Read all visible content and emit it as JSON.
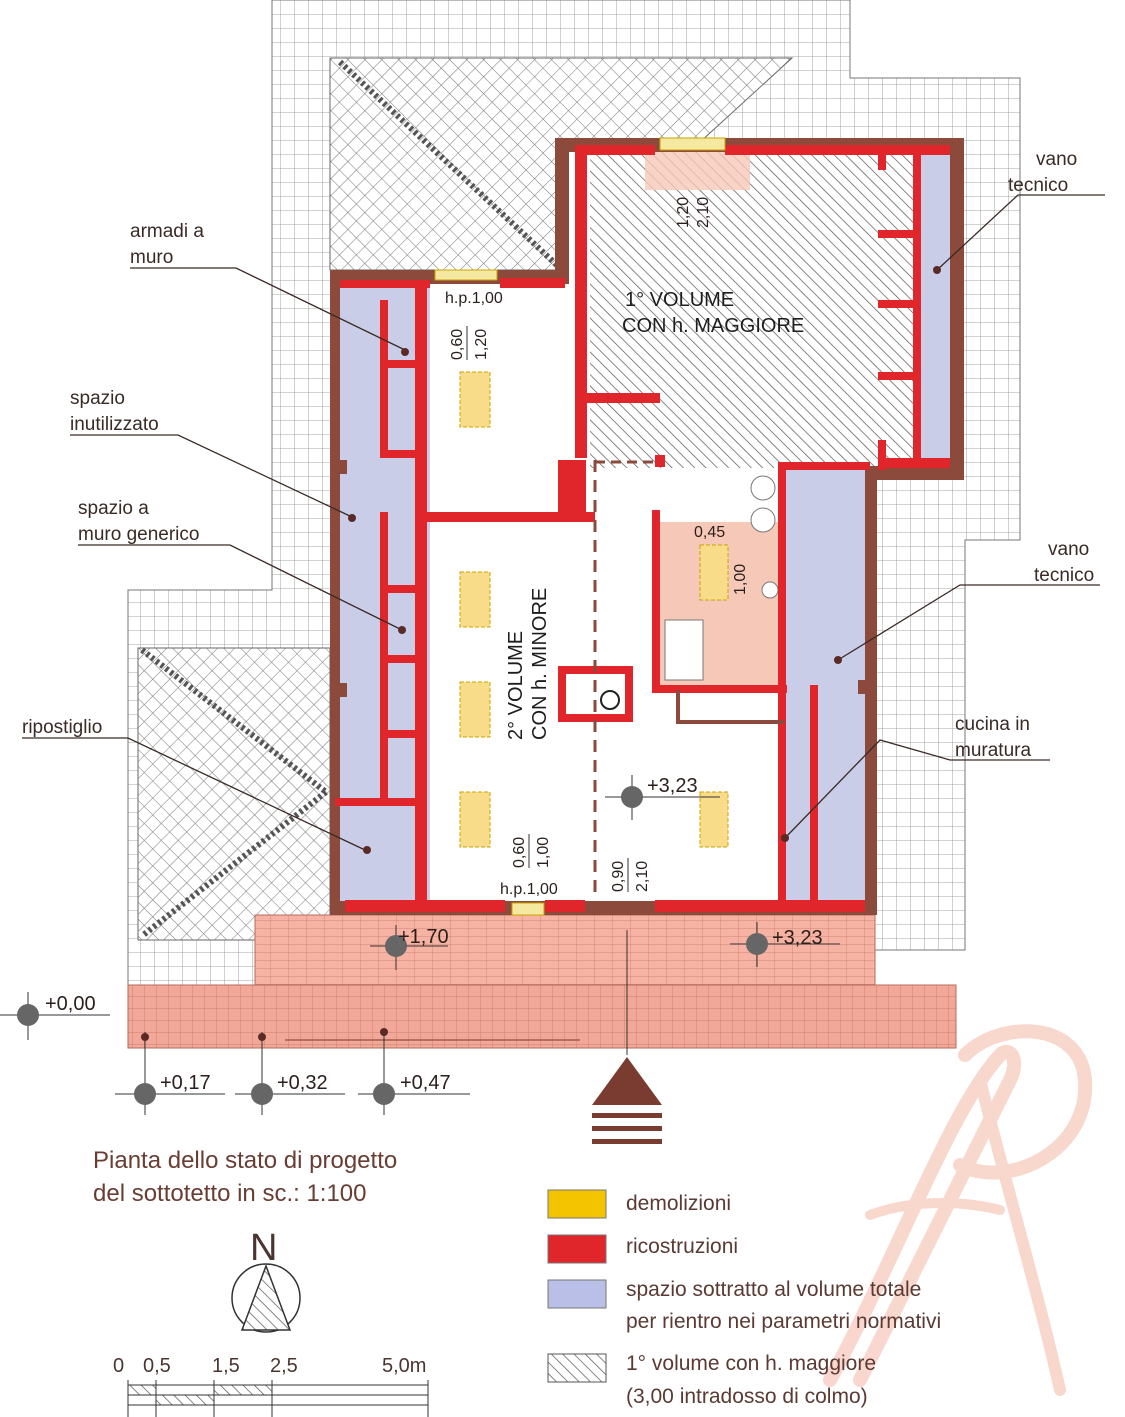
{
  "colors": {
    "wall_old": "#8b4a3c",
    "wall_new": "#e1262b",
    "demolition": "#f5c400",
    "blue_space": "#c9cde8",
    "bath": "#f6c8b8",
    "terrace": "#f2a898",
    "roof_grid": "#8a8a8a"
  },
  "labels": {
    "armadi": [
      "armadi a",
      "muro"
    ],
    "spazio_inut": [
      "spazio",
      "inutilizzato"
    ],
    "spazio_muro": [
      "spazio a",
      "muro generico"
    ],
    "ripostiglio": "ripostiglio",
    "vano_top": [
      "vano",
      "tecnico"
    ],
    "vano_mid": [
      "vano",
      "tecnico"
    ],
    "cucina": [
      "cucina in",
      "muratura"
    ]
  },
  "rooms": {
    "vol1": [
      "1° VOLUME",
      "CON h. MAGGIORE"
    ],
    "vol2": [
      "2° VOLUME",
      "CON h. MINORE"
    ]
  },
  "dims": {
    "hp_top": "h.p.1,00",
    "hp_bottom": "h.p.1,00",
    "win_a_top": "0,60",
    "win_a_bot": "1,20",
    "win_b_top": "1,20",
    "win_b_bot": "2,10",
    "win_c_top": "0,60",
    "win_c_bot": "1,00",
    "win_d_top": "0,90",
    "win_d_bot": "2,10",
    "bath_top": "0,45",
    "bath_bot": "1,00"
  },
  "elevations": {
    "e000": "+0,00",
    "e017": "+0,17",
    "e032": "+0,32",
    "e047": "+0,47",
    "e170": "+1,70",
    "e323_room": "+3,23",
    "e323_terrace": "+3,23"
  },
  "title": [
    "Pianta dello stato di progetto",
    "del sottotetto in sc.: 1:100"
  ],
  "north": "N",
  "scale_ticks": [
    "0",
    "0,5",
    "1,5",
    "2,5",
    "5,0m"
  ],
  "legend": [
    {
      "text": [
        "demolizioni"
      ],
      "color": "#f5c400"
    },
    {
      "text": [
        "ricostruzioni"
      ],
      "color": "#e1262b"
    },
    {
      "text": [
        "spazio sottratto al volume totale",
        "per rientro nei parametri normativi"
      ],
      "color": "#b9bfe6"
    },
    {
      "text": [
        "1° volume con h. maggiore",
        "(3,00 intradosso di colmo)"
      ],
      "color": "hatch"
    }
  ]
}
